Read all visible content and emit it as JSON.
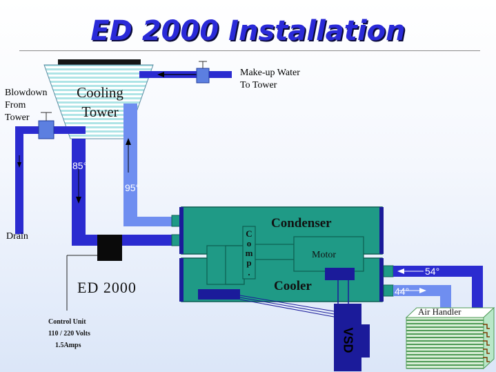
{
  "title": "ED 2000 Installation",
  "labels": {
    "makeup_line1": "Make-up Water",
    "makeup_line2": "To Tower",
    "blowdown_line1": "Blowdown",
    "blowdown_line2": "From",
    "blowdown_line3": "Tower",
    "cooling_line1": "Cooling",
    "cooling_line2": "Tower",
    "drain": "Drain",
    "temp_85": "85°",
    "temp_95": "95°",
    "condenser": "Condenser",
    "cooler": "Cooler",
    "comp_letters": [
      "C",
      "o",
      "m",
      "p",
      "."
    ],
    "motor": "Motor",
    "temp_54": "54°",
    "temp_44": "44°",
    "air_handler": "Air Handler",
    "ed2000": "ED 2000",
    "vsd": "VSD",
    "control_line1": "Control Unit",
    "control_line2": "110 / 220  Volts",
    "control_line3": "1.5Amps"
  },
  "colors": {
    "pipe": "#2b2bd0",
    "pipe_light": "#5c7fe0",
    "chiller": "#1f9a86",
    "chiller_dark": "#0d5f52",
    "navy": "#1b1b9a",
    "tower_stripe": "#aee4e6",
    "coil_line": "#4e9a55",
    "coil_bg": "#d8eed6",
    "title": "#2a2ad8"
  }
}
